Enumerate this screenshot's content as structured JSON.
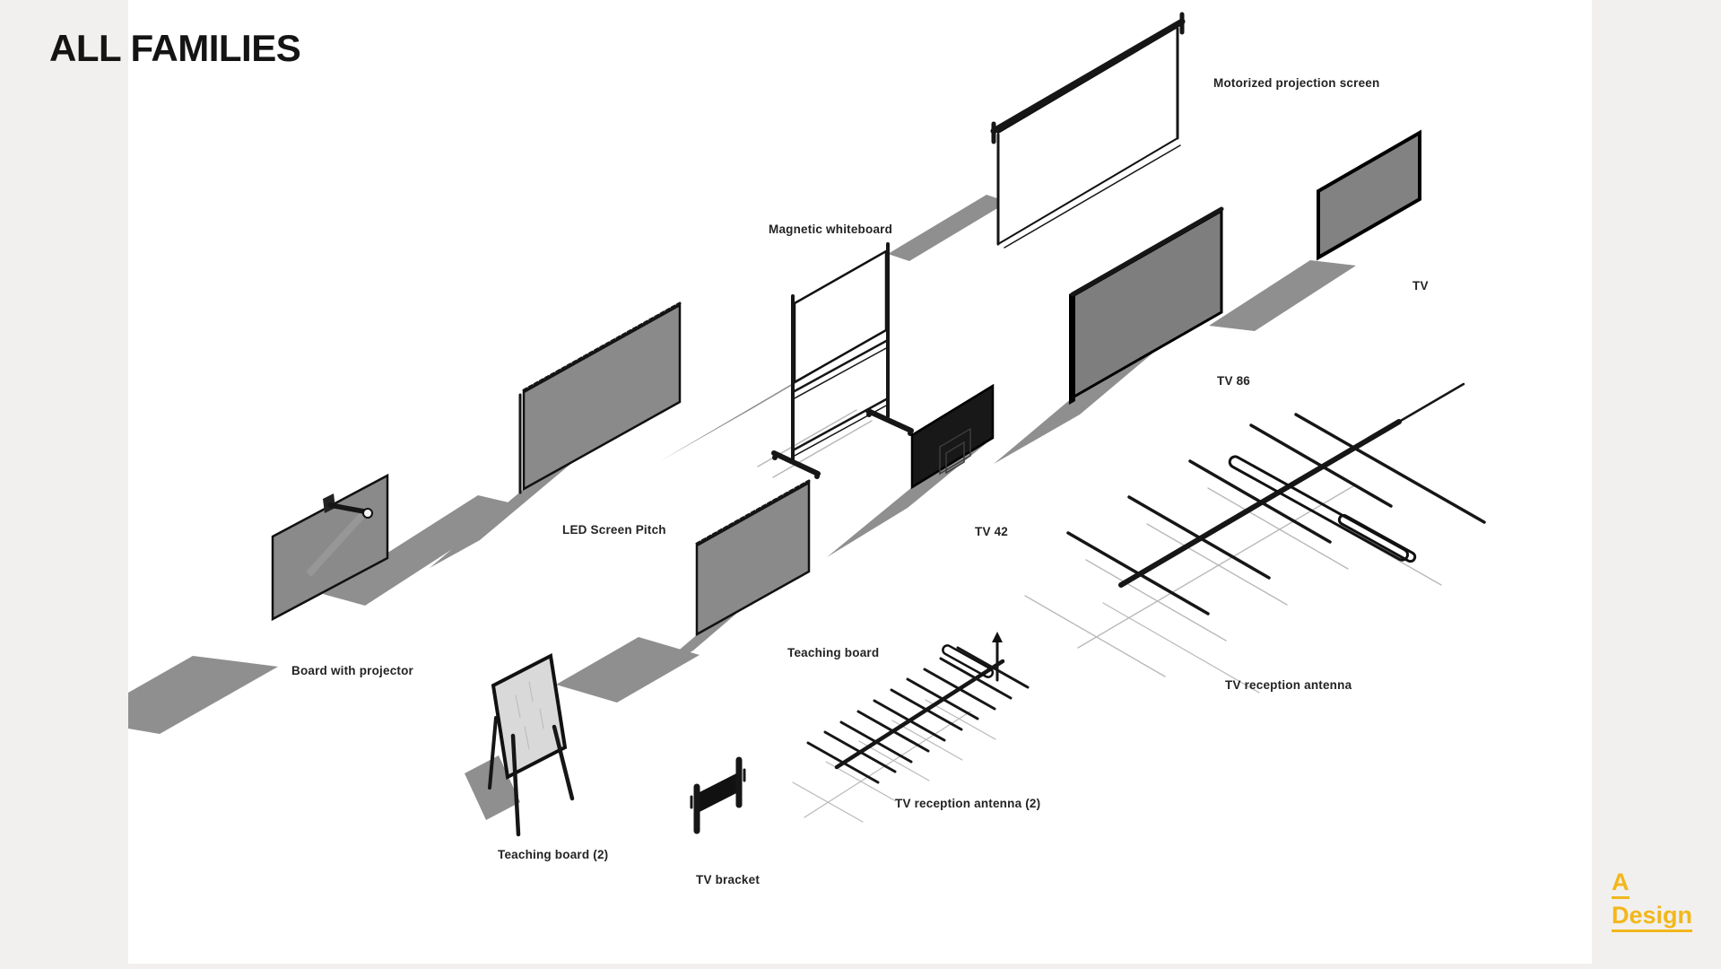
{
  "page": {
    "title": "ALL FAMILIES"
  },
  "families": [
    {
      "label": "Motorized projection screen"
    },
    {
      "label": "Magnetic whiteboard"
    },
    {
      "label": "TV"
    },
    {
      "label": "TV 86"
    },
    {
      "label": "LED Screen Pitch"
    },
    {
      "label": "TV 42"
    },
    {
      "label": "Board with projector"
    },
    {
      "label": "Teaching board"
    },
    {
      "label": "TV reception antenna"
    },
    {
      "label": "Teaching board (2)"
    },
    {
      "label": "TV bracket"
    },
    {
      "label": "TV reception antenna (2)"
    }
  ],
  "logo": {
    "line1": "A",
    "line2": "Design"
  },
  "colors": {
    "accent_yellow": "#F3B71B",
    "panel_gray": "#8A8A8A",
    "shadow_gray": "#8F8F8F",
    "background": "#F1F0EE",
    "ink": "#1C1C1C"
  }
}
